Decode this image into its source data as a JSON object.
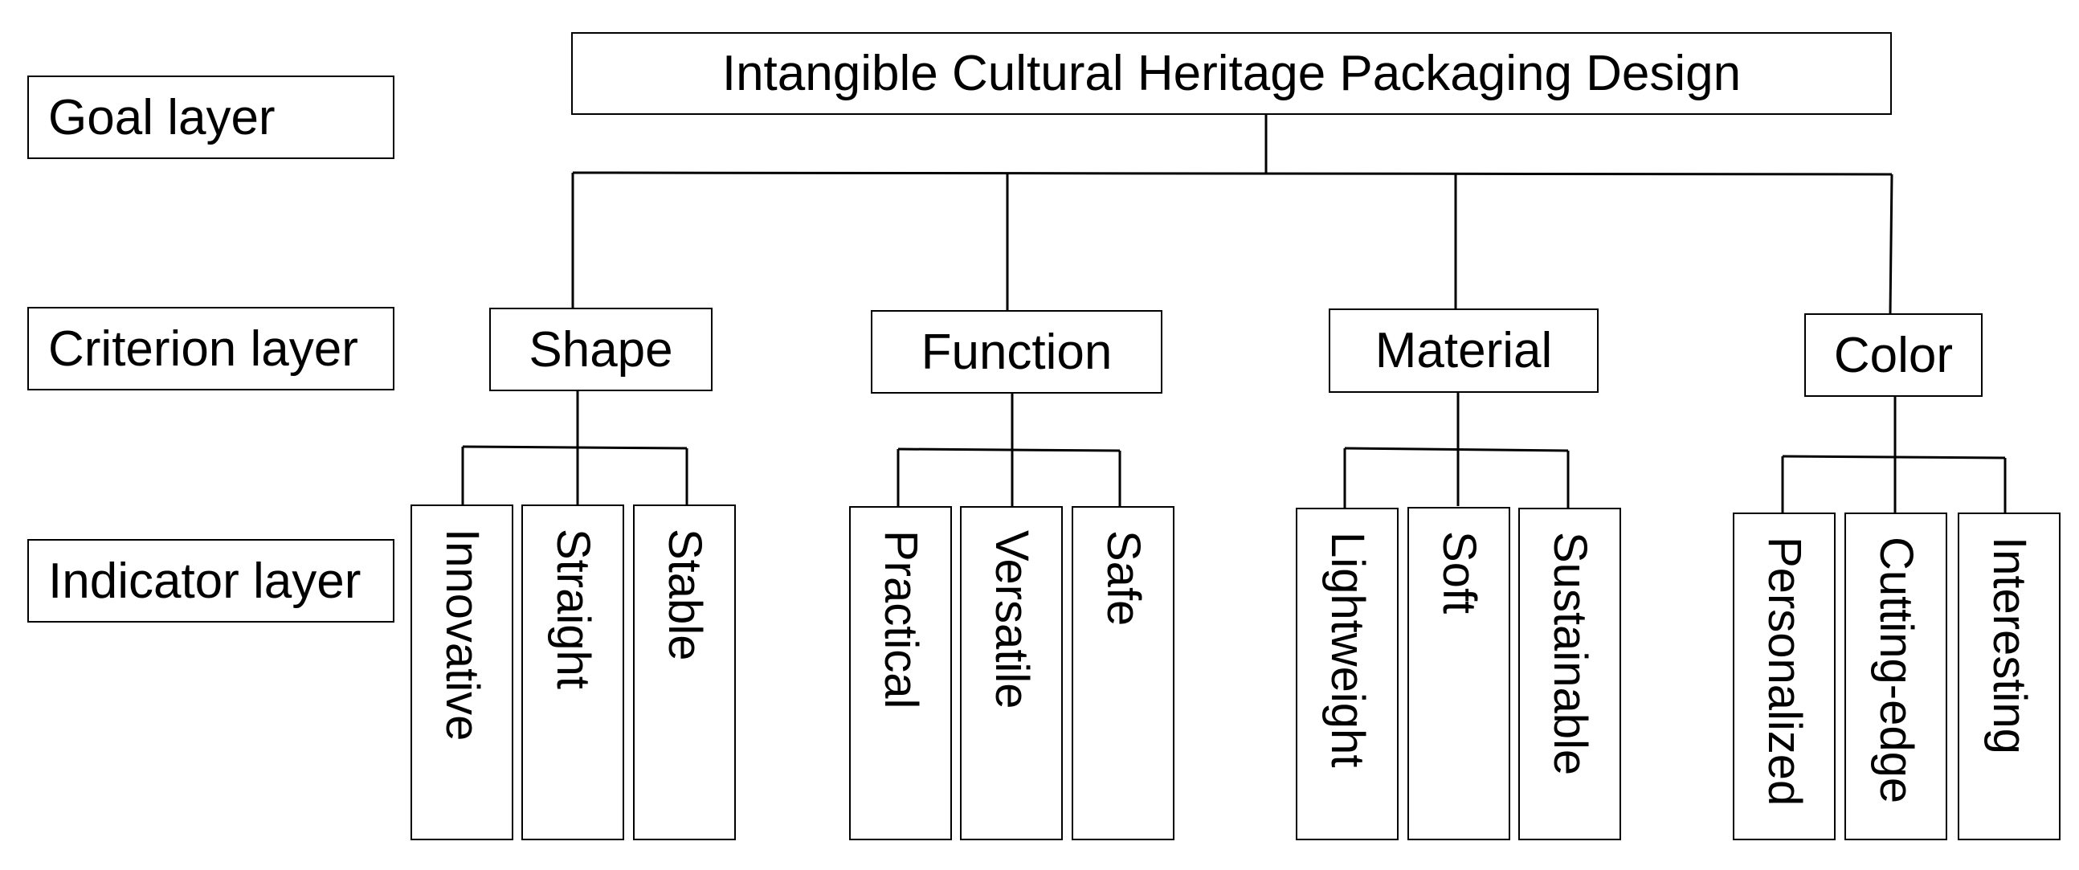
{
  "layers": {
    "goal": "Goal layer",
    "criterion": "Criterion layer",
    "indicator": "Indicator layer"
  },
  "goal": "Intangible Cultural Heritage Packaging Design",
  "criteria": [
    {
      "label": "Shape",
      "indicators": [
        "Innovative",
        "Straight",
        "Stable"
      ]
    },
    {
      "label": "Function",
      "indicators": [
        "Practical",
        "Versatile",
        "Safe"
      ]
    },
    {
      "label": "Material",
      "indicators": [
        "Lightweight",
        "Soft",
        "Sustainable"
      ]
    },
    {
      "label": "Color",
      "indicators": [
        "Personalized",
        "Cutting-edge",
        "Interesting"
      ]
    }
  ]
}
